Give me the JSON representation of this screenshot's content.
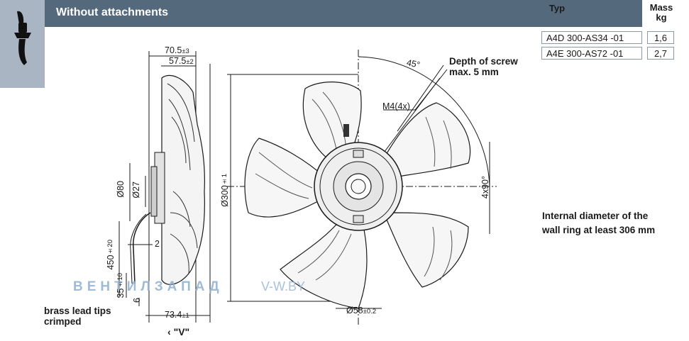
{
  "header": {
    "title": "Without attachments"
  },
  "table": {
    "col_typ": "Typ",
    "col_mass_line1": "Mass",
    "col_mass_line2": "kg",
    "rows": [
      {
        "typ": "A4D  300-AS34  -01",
        "mass": "1,6"
      },
      {
        "typ": "A4E  300-AS72  -01",
        "mass": "2,7"
      }
    ]
  },
  "dimensions": {
    "d70_5": "70.5",
    "d70_5_tol": "±3",
    "d57_5": "57.5",
    "d57_5_tol": "±2",
    "d80": "Ø80",
    "d27": "Ø27",
    "d2": "2",
    "d450": "450",
    "d450_tol": "±20",
    "d35": "35",
    "d35_tol": "±10",
    "d6": "6",
    "d73_4": "73.4",
    "d73_4_tol": "±1",
    "d300": "Ø300",
    "d300_tol": "±1",
    "d58": "Ø58",
    "d58_tol": "±0.2",
    "angle45": "45°",
    "m4": "M4(4x)",
    "four_x_90": "4x90°"
  },
  "notes": {
    "screw_depth_line1": "Depth of screw",
    "screw_depth_line2": "max. 5 mm",
    "wall_ring_line1": "Internal diameter of the",
    "wall_ring_line2": "wall ring at least 306 mm",
    "brass_line1": "brass lead tips",
    "brass_line2": "crimped",
    "view_v": "\"V\"",
    "view_arrow": "‹"
  },
  "watermark": {
    "left": "ВЕНТИЛЗАПАД",
    "right": "V-W.BY"
  },
  "colors": {
    "header_band": "#55697d",
    "side_tab": "#a9b5c2",
    "line": "#1a1a1a",
    "watermark": "#8fb0cf"
  },
  "icons": {
    "side_tab_icon": "fan-blade-icon"
  }
}
